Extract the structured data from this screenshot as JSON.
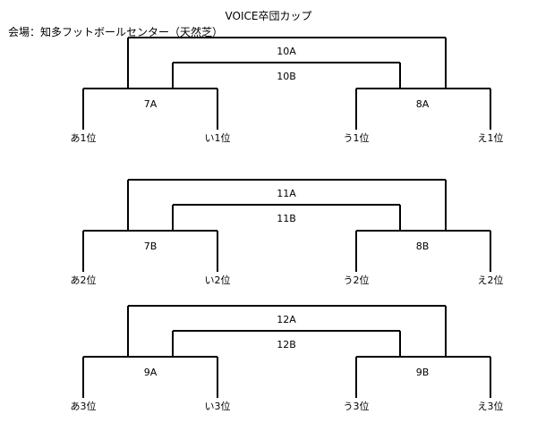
{
  "title": "VOICE卒団カップ",
  "venue": "会場：知多フットボールセンター（天然芝）",
  "brackets": [
    {
      "final": "10A",
      "consolation": "10B",
      "left_match": "7A",
      "right_match": "8A",
      "teams": [
        "あ1位",
        "い1位",
        "う1位",
        "え1位"
      ]
    },
    {
      "final": "11A",
      "consolation": "11B",
      "left_match": "7B",
      "right_match": "8B",
      "teams": [
        "あ2位",
        "い2位",
        "う2位",
        "え2位"
      ]
    },
    {
      "final": "12A",
      "consolation": "12B",
      "left_match": "9A",
      "right_match": "9B",
      "teams": [
        "あ3位",
        "い3位",
        "う3位",
        "え3位"
      ]
    }
  ]
}
